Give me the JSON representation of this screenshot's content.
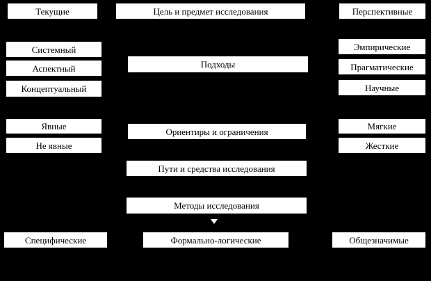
{
  "colors": {
    "background": "#000000",
    "box_fill": "#ffffff",
    "box_text": "#000000"
  },
  "labels": {
    "current": "Текущие",
    "goal": "Цель и предмет исследования",
    "perspective": "Перспективные",
    "systemic": "Системный",
    "aspect": "Аспектный",
    "conceptual": "Концептуальный",
    "approaches": "Подходы",
    "empirical": "Эмпирические",
    "pragmatic": "Прагматические",
    "scientific": "Научные",
    "explicit": "Явные",
    "implicit": "Не явные",
    "guidelines": "Ориентиры и ограничения",
    "soft": "Мягкие",
    "hard": "Жесткие",
    "ways": "Пути и средства исследования",
    "methods": "Методы исследования",
    "specific": "Специфические",
    "formal_logical": "Формально-логические",
    "general": "Общезначимые"
  }
}
